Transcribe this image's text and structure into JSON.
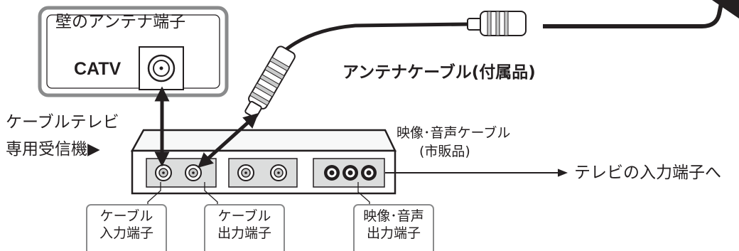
{
  "wall_outlet": {
    "title": "壁のアンテナ端子",
    "catv_label": "CATV"
  },
  "antenna_cable": {
    "label": "アンテナケーブル(付属品)"
  },
  "receiver": {
    "label_line1": "ケーブルテレビ",
    "label_line2": "専用受信機▶"
  },
  "av_cable": {
    "label_line1": "映像･音声ケーブル",
    "label_line2": "(市販品)"
  },
  "tv_destination": {
    "label": "テレビの入力端子へ"
  },
  "ports": {
    "cable_in": {
      "line1": "ケーブル",
      "line2": "入力端子"
    },
    "cable_out": {
      "line1": "ケーブル",
      "line2": "出力端子"
    },
    "av_out": {
      "line1": "映像･音声",
      "line2": "出力端子"
    }
  },
  "colors": {
    "line": "#231f20",
    "panel_fill": "#dcdddd",
    "box_fill": "#f7f8f8",
    "connector_fill": "#c9caca"
  }
}
